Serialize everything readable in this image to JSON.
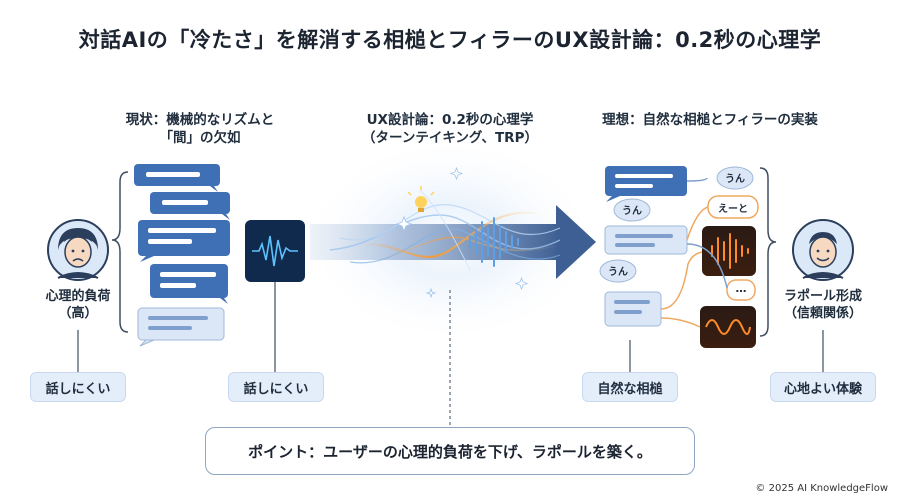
{
  "title": "対話AIの「冷たさ」を解消する相槌とフィラーのUX設計論：0.2秒の心理学",
  "left": {
    "heading_line1": "現状：機械的なリズムと",
    "heading_line2": "「間」の欠如",
    "person_label_line1": "心理的負荷",
    "person_label_line2": "（高）",
    "pill_person": "話しにくい",
    "pill_wave": "話しにくい"
  },
  "center": {
    "heading_line1": "UX設計論：0.2秒の心理学",
    "heading_line2": "（ターンテイキング、TRP）"
  },
  "right": {
    "heading": "理想：自然な相槌とフィラーの実装",
    "bubble_un_1": "うん",
    "bubble_un_2": "うん",
    "bubble_un_3": "うん",
    "bubble_eeto": "えーと",
    "bubble_dots": "…",
    "person_label_line1": "ラポール形成",
    "person_label_line2": "（信頼関係）",
    "pill_chat": "自然な相槌",
    "pill_person": "心地よい体験"
  },
  "point": "ポイント：ユーザーの心理的負荷を下げ、ラポールを築く。",
  "copyright": "© 2025 AI KnowledgeFlow",
  "icons": {
    "sad_person": "sad-person-icon",
    "happy_person": "happy-person-icon",
    "waveform": "waveform-icon",
    "lightbulb": "lightbulb-icon"
  },
  "colors": {
    "bubble_dark": "#3f6fb5",
    "bubble_light": "#dbe7f6",
    "arrow": "#4a6fa5",
    "glow_orange": "#f29a3a",
    "wave_tile": "#0f2a4d"
  }
}
